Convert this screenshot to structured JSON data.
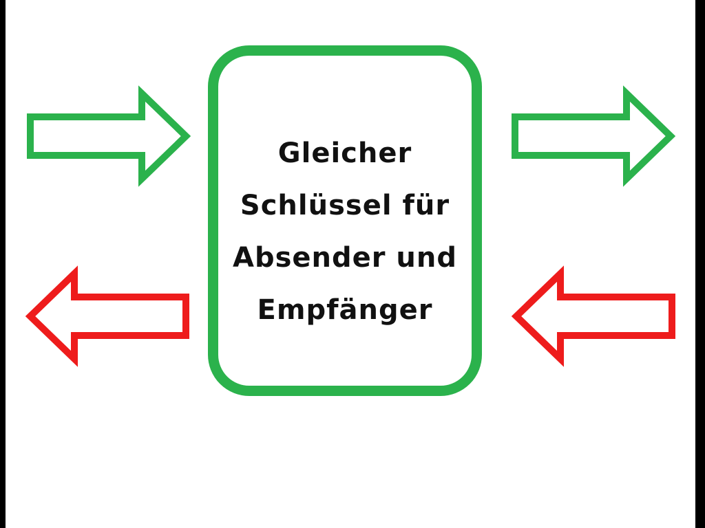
{
  "diagram": {
    "box_lines": [
      "Gleicher",
      "Schlüssel für",
      "Absender und",
      "Empfänger"
    ],
    "arrows": [
      {
        "id": "in-top-left",
        "direction": "right",
        "color": "#2bb24c"
      },
      {
        "id": "out-top-right",
        "direction": "right",
        "color": "#2bb24c"
      },
      {
        "id": "out-bottom-left",
        "direction": "left",
        "color": "#ee1c1c"
      },
      {
        "id": "in-bottom-right",
        "direction": "left",
        "color": "#ee1c1c"
      }
    ],
    "box_border_color": "#2bb24c"
  }
}
